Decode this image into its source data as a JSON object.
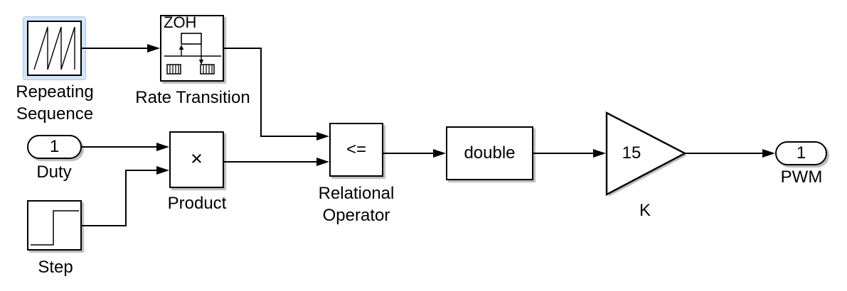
{
  "diagram": {
    "colors": {
      "background": "#ffffff",
      "line": "#000000",
      "selection_fill": "#d3e6f8",
      "selection_border": "#a9c9ea",
      "block_shadow": "#bcbcbc"
    },
    "blocks": {
      "repeating_sequence": {
        "name_line1": "Repeating",
        "name_line2": "Sequence",
        "icon": "sawtooth-icon",
        "selected": true
      },
      "rate_transition": {
        "name": "Rate Transition",
        "icon_label": "ZOH",
        "icon": "rate-transition-icon"
      },
      "duty_inport": {
        "name": "Duty",
        "port": "1"
      },
      "product": {
        "name": "Product",
        "operator": "×"
      },
      "step": {
        "name": "Step",
        "icon": "step-icon"
      },
      "relational_operator": {
        "name_line1": "Relational",
        "name_line2": "Operator",
        "operator": "<="
      },
      "data_type_conversion": {
        "name": "double"
      },
      "gain": {
        "name": "K",
        "value": "15"
      },
      "pwm_outport": {
        "name": "PWM",
        "port": "1"
      }
    }
  }
}
